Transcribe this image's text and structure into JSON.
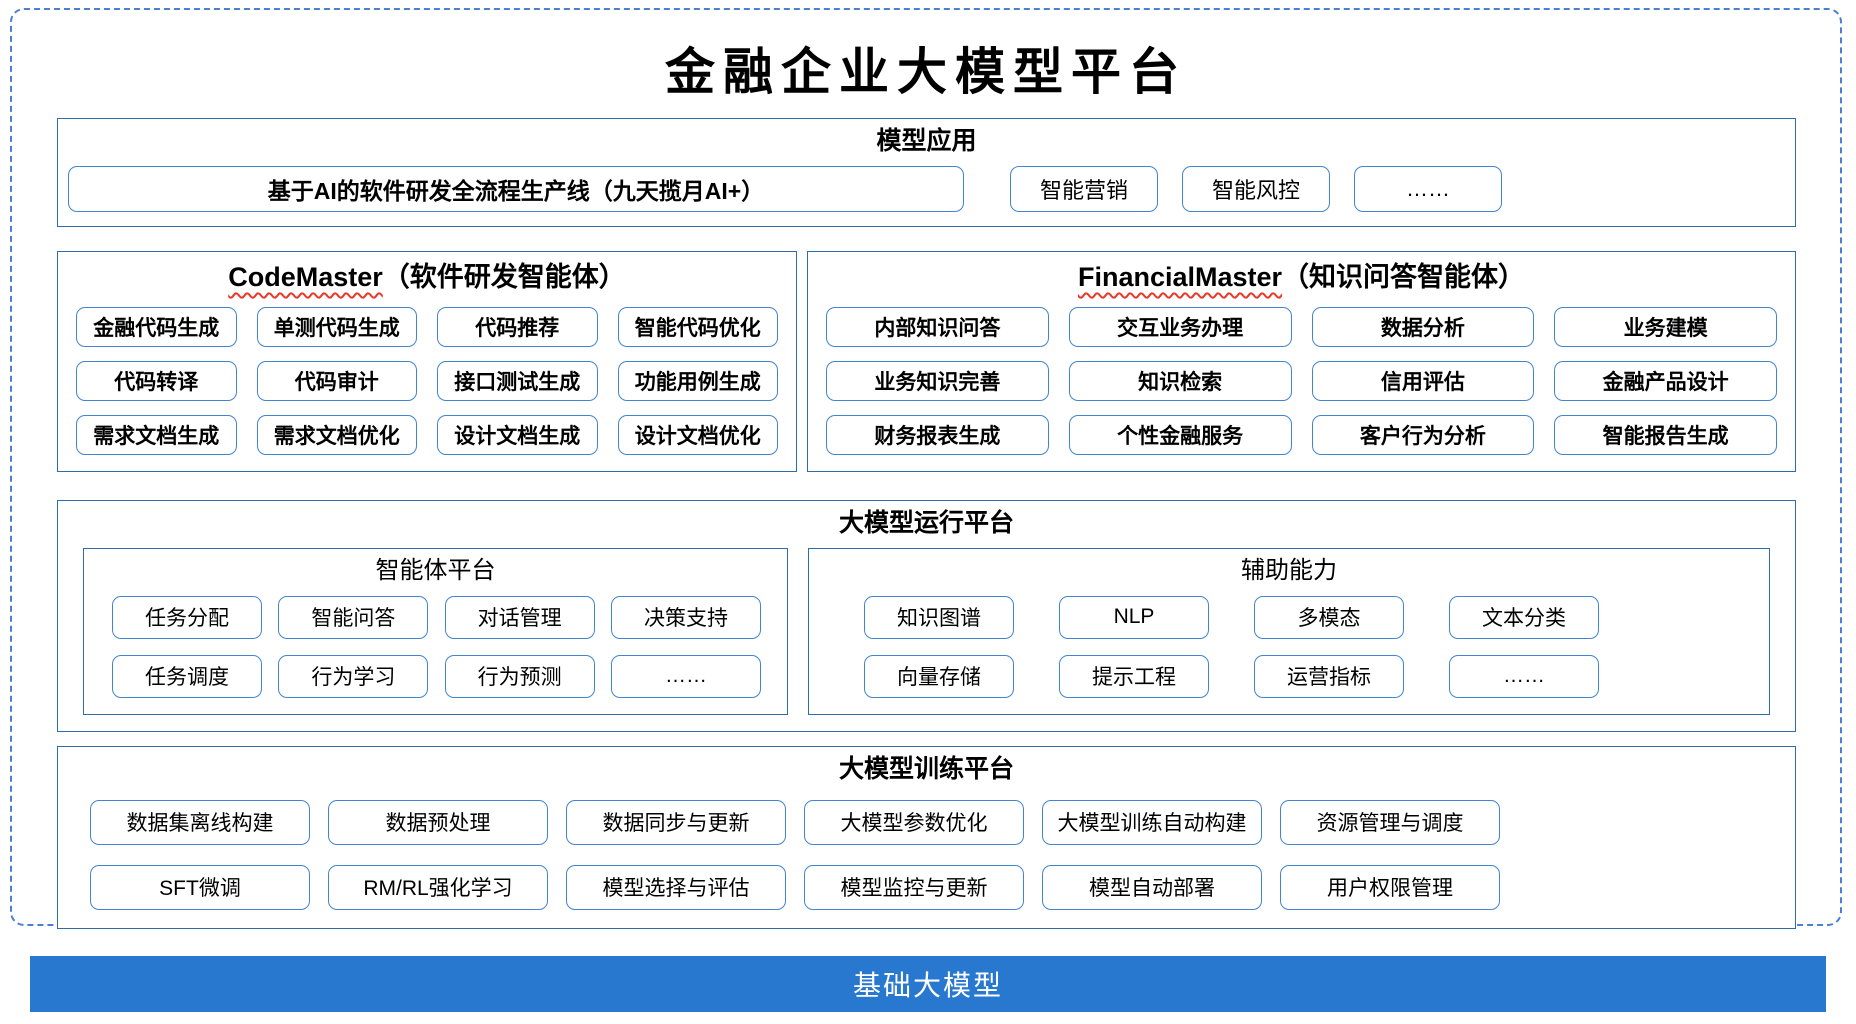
{
  "title": "金融企业大模型平台",
  "colors": {
    "dashed_border": "#4a7fd4",
    "section_border": "#2e6da8",
    "box_border": "#4285cf",
    "base_bar_blue": "#2878d0",
    "squiggle_red": "#e8392a"
  },
  "sections": {
    "model_app": {
      "title": "模型应用",
      "main_box": "基于AI的软件研发全流程生产线（九天揽月AI+）",
      "boxes": [
        "智能营销",
        "智能风控",
        "……"
      ]
    },
    "code_master": {
      "title_en": "CodeMaster",
      "title_zh": "（软件研发智能体）",
      "boxes": [
        "金融代码生成",
        "单测代码生成",
        "代码推荐",
        "智能代码优化",
        "代码转译",
        "代码审计",
        "接口测试生成",
        "功能用例生成",
        "需求文档生成",
        "需求文档优化",
        "设计文档生成",
        "设计文档优化"
      ]
    },
    "financial_master": {
      "title_en": "FinancialMaster",
      "title_zh": "（知识问答智能体）",
      "boxes": [
        "内部知识问答",
        "交互业务办理",
        "数据分析",
        "业务建模",
        "业务知识完善",
        "知识检索",
        "信用评估",
        "金融产品设计",
        "财务报表生成",
        "个性金融服务",
        "客户行为分析",
        "智能报告生成"
      ]
    },
    "runtime": {
      "title": "大模型运行平台",
      "agent_platform": {
        "title": "智能体平台",
        "boxes": [
          "任务分配",
          "智能问答",
          "对话管理",
          "决策支持",
          "任务调度",
          "行为学习",
          "行为预测",
          "……"
        ]
      },
      "aux": {
        "title": "辅助能力",
        "boxes": [
          "知识图谱",
          "NLP",
          "多模态",
          "文本分类",
          "向量存储",
          "提示工程",
          "运营指标",
          "……"
        ]
      }
    },
    "training": {
      "title": "大模型训练平台",
      "boxes": [
        "数据集离线构建",
        "数据预处理",
        "数据同步与更新",
        "大模型参数优化",
        "大模型训练自动构建",
        "资源管理与调度",
        "SFT微调",
        "RM/RL强化学习",
        "模型选择与评估",
        "模型监控与更新",
        "模型自动部署",
        "用户权限管理"
      ]
    },
    "base_model": "基础大模型"
  }
}
